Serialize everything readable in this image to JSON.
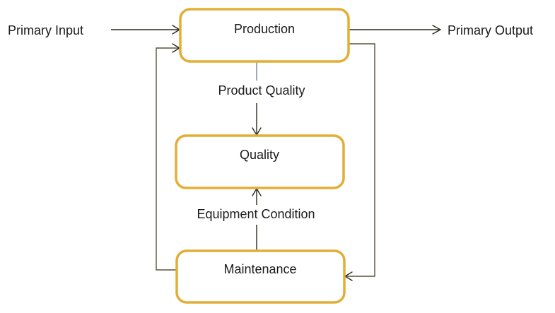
{
  "diagram": {
    "type": "flowchart",
    "colors": {
      "box_border": "#E3AE35",
      "box_fill": "#FFFFFF",
      "edge": "#2B2A20",
      "edge_loop": "#5A5238",
      "edge_light": "#6F8797",
      "text": "#1A1A1A"
    },
    "nodes": [
      {
        "id": "production",
        "label": "Production"
      },
      {
        "id": "quality",
        "label": "Quality"
      },
      {
        "id": "maintenance",
        "label": "Maintenance"
      }
    ],
    "external_labels": {
      "primary_input": "Primary Input",
      "primary_output": "Primary Output"
    },
    "edges": [
      {
        "id": "input-to-production",
        "from": "Primary Input",
        "to": "production",
        "label": ""
      },
      {
        "id": "production-to-output",
        "from": "production",
        "to": "Primary Output",
        "label": ""
      },
      {
        "id": "production-to-quality",
        "from": "production",
        "to": "quality",
        "label": "Product Quality"
      },
      {
        "id": "maintenance-to-quality",
        "from": "maintenance",
        "to": "quality",
        "label": "Equipment Condition"
      },
      {
        "id": "production-to-maintenance",
        "from": "production",
        "to": "maintenance",
        "label": ""
      },
      {
        "id": "maintenance-to-production",
        "from": "maintenance",
        "to": "production",
        "label": ""
      }
    ]
  }
}
